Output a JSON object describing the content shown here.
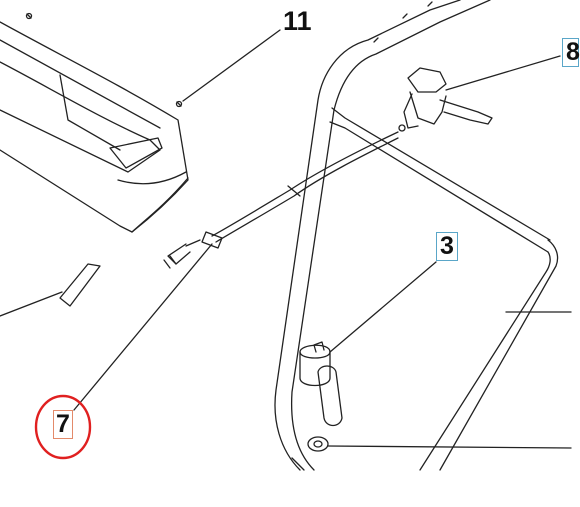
{
  "callouts": {
    "label_11": "11",
    "label_8": "8",
    "label_3": "3",
    "label_7": "7"
  },
  "highlight": {
    "target": "7",
    "color": "#e02020"
  }
}
